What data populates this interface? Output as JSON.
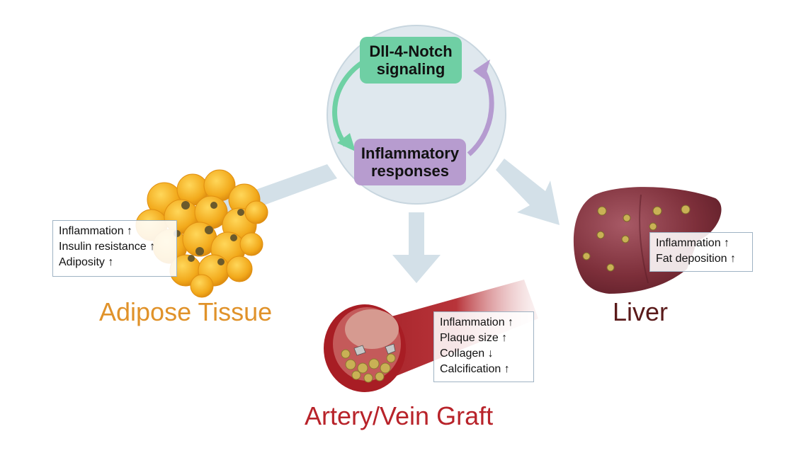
{
  "center": {
    "top_node": "Dll-4-Notch signaling",
    "top_node_lines": [
      "Dll-4-Notch",
      "signaling"
    ],
    "bottom_node_lines": [
      "Inflammatory",
      "responses"
    ]
  },
  "organs": {
    "adipose": {
      "label": "Adipose Tissue",
      "effects": [
        "Inflammation ↑",
        "Insulin resistance ↑",
        "Adiposity ↑"
      ]
    },
    "artery": {
      "label": "Artery/Vein Graft",
      "effects": [
        "Inflammation ↑",
        "Plaque size ↑",
        "Collagen ↓",
        "Calcification ↑"
      ]
    },
    "liver": {
      "label": "Liver",
      "effects": [
        "Inflammation ↑",
        "Fat deposition ↑"
      ]
    }
  },
  "colors": {
    "circle_fill": "#dfe8ee",
    "circle_stroke": "#c3d2dc",
    "notch_node": "#6fcfa4",
    "inflammatory_node": "#b79ccf",
    "adipose_label": "#e0922a",
    "artery_label": "#b8232a",
    "liver_label": "#5a1a1a"
  }
}
